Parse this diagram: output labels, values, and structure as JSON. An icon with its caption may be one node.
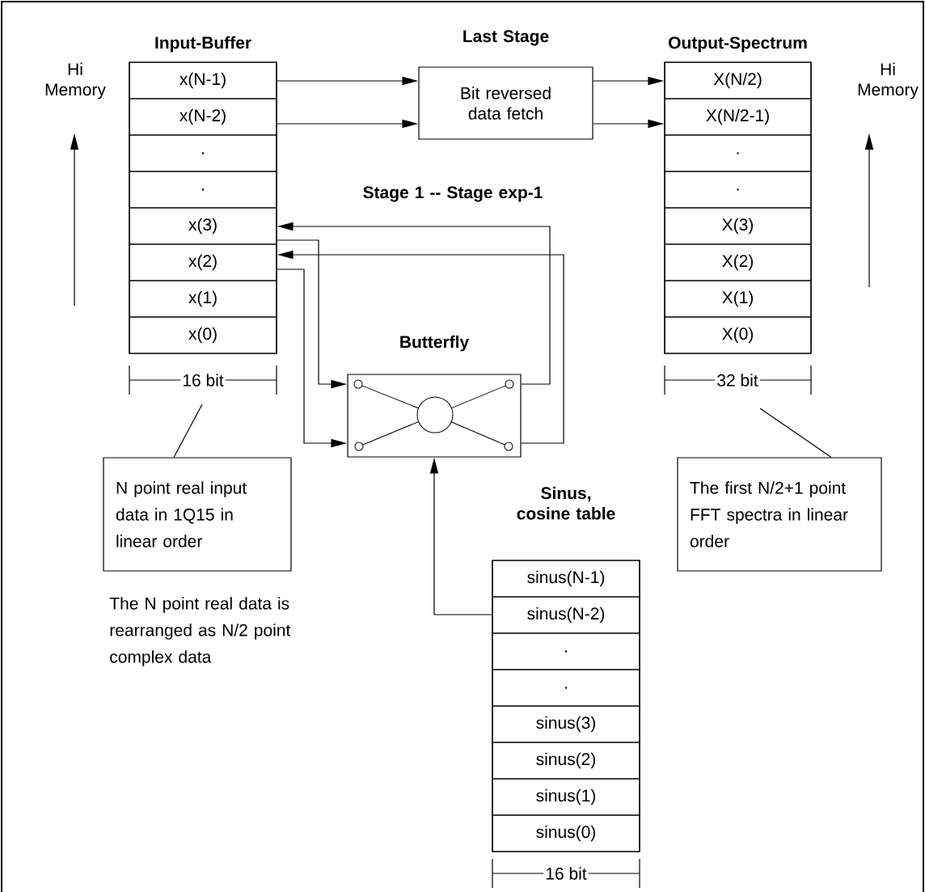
{
  "diagram": {
    "nodes": [
      {
        "text": [
          "Input-Buffer"
        ]
      },
      {
        "text": [
          "x(N-1)"
        ],
        "in": 0
      },
      {
        "text": [
          "x(N-2)"
        ],
        "in": 0
      },
      {
        "text": [
          "."
        ],
        "in": 0
      },
      {
        "text": [
          "."
        ],
        "in": 0
      },
      {
        "text": [
          "x(3)"
        ],
        "in": 0
      },
      {
        "text": [
          "x(2)"
        ],
        "in": 0
      },
      {
        "text": [
          "x(1)"
        ],
        "in": 0
      },
      {
        "text": [
          "x(0)"
        ],
        "in": 0
      },
      {
        "text": [
          "Last Stage",
          "Bit reversed data fetch"
        ]
      },
      {
        "text": [
          "Output-Spectrum"
        ]
      },
      {
        "text": [
          "X(N/2)"
        ],
        "in": 10
      },
      {
        "text": [
          "X(N/2-1)"
        ],
        "in": 10
      },
      {
        "text": [
          "."
        ],
        "in": 10
      },
      {
        "text": [
          "."
        ],
        "in": 10
      },
      {
        "text": [
          "X(3)"
        ],
        "in": 10
      },
      {
        "text": [
          "X(2)"
        ],
        "in": 10
      },
      {
        "text": [
          "X(1)"
        ],
        "in": 10
      },
      {
        "text": [
          "X(0)"
        ],
        "in": 10
      },
      {
        "text": [
          "Butterfly"
        ]
      },
      {
        "text": [
          "Sinus, cosine table"
        ]
      },
      {
        "text": [
          "sinus(N-1)"
        ],
        "in": 20
      },
      {
        "text": [
          "sinus(N-2)"
        ],
        "in": 20
      },
      {
        "text": [
          "."
        ],
        "in": 20
      },
      {
        "text": [
          "."
        ],
        "in": 20
      },
      {
        "text": [
          "sinus(3)"
        ],
        "in": 20
      },
      {
        "text": [
          "sinus(2)"
        ],
        "in": 20
      },
      {
        "text": [
          "sinus(1)"
        ],
        "in": 20
      },
      {
        "text": [
          "sinus(0)"
        ],
        "in": 20
      },
      {
        "text": [
          "N point real input data in 1Q15 in linear order"
        ]
      },
      {
        "text": [
          "The first N/2+1 point FFT spectra in linear order"
        ]
      }
    ],
    "edges": [
      {
        "from": 1,
        "to": 9,
        "arrow": "to"
      },
      {
        "from": 2,
        "to": 9,
        "arrow": "to"
      },
      {
        "from": 9,
        "to": 11,
        "arrow": "to"
      },
      {
        "from": 9,
        "to": 12,
        "arrow": "to"
      },
      {
        "from": 5,
        "to": 19,
        "arrow": "to"
      },
      {
        "from": 6,
        "to": 19,
        "arrow": "to"
      },
      {
        "from": 19,
        "to": 5,
        "arrow": "to"
      },
      {
        "from": 19,
        "to": 6,
        "arrow": "to"
      },
      {
        "from": 22,
        "to": 19,
        "arrow": "to"
      },
      {
        "from": 29,
        "to": null,
        "arrow": "none"
      },
      {
        "from": 30,
        "to": null,
        "arrow": "none"
      }
    ],
    "labels": [
      "Hi Memory",
      "Hi Memory",
      "Stage 1 -- Stage exp-1",
      "16 bit",
      "32 bit",
      "The N point real data is rearranged as N/2 point complex data",
      "16 bit"
    ]
  }
}
